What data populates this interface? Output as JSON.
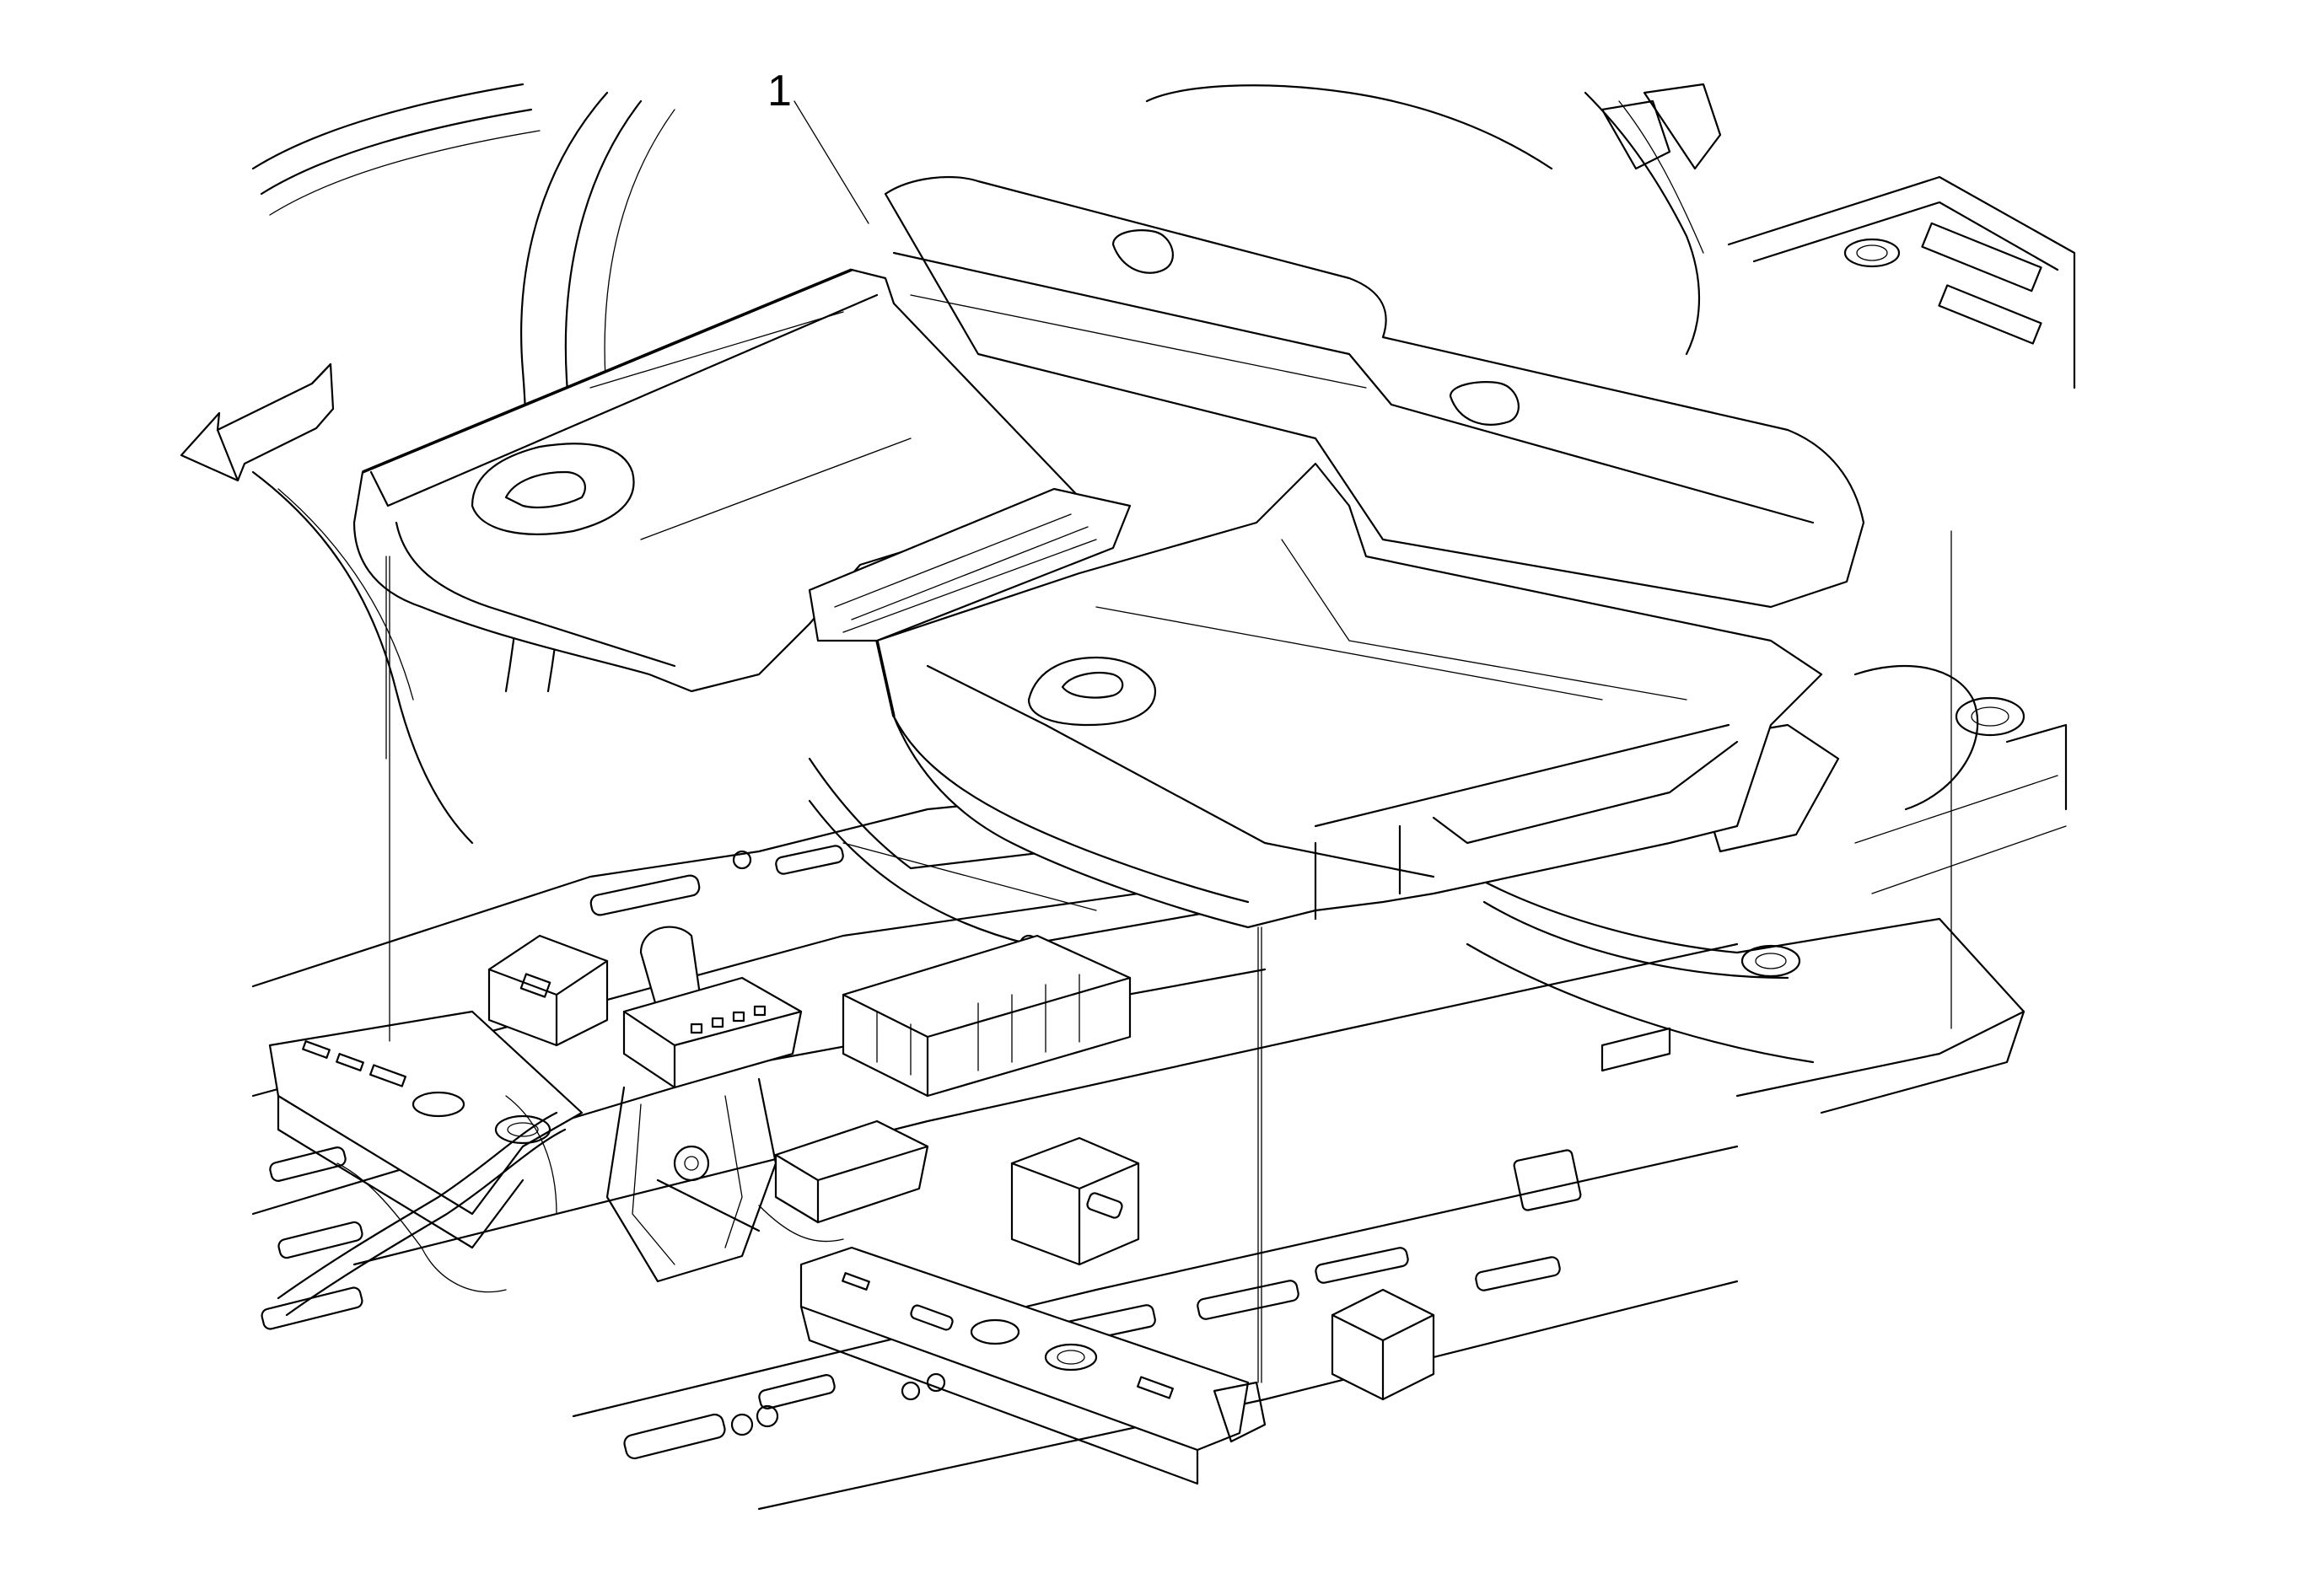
{
  "diagram": {
    "callouts": [
      {
        "id": "1",
        "label": "1"
      }
    ],
    "direction_arrow_icon": "front-direction-arrow",
    "colors": {
      "line": "#000000",
      "background": "#ffffff"
    }
  }
}
